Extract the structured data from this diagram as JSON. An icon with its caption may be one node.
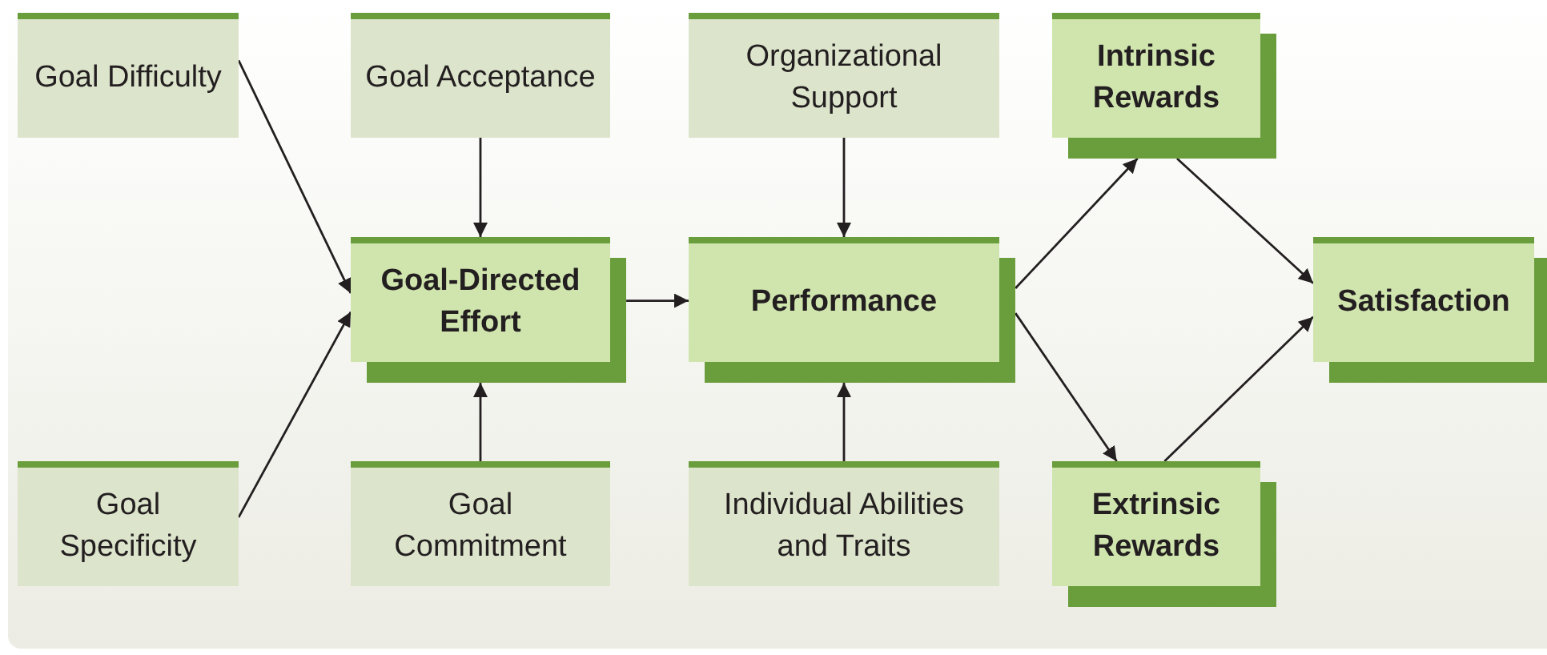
{
  "diagram": {
    "nodes": [
      {
        "text": [
          "Goal Difficulty"
        ]
      },
      {
        "text": [
          "Goal Acceptance"
        ]
      },
      {
        "text": [
          "Organizational Support"
        ]
      },
      {
        "text": [
          "Intrinsic Rewards"
        ]
      },
      {
        "text": [
          "Goal-Directed Effort"
        ]
      },
      {
        "text": [
          "Performance"
        ]
      },
      {
        "text": [
          "Satisfaction"
        ]
      },
      {
        "text": [
          "Goal Specificity"
        ]
      },
      {
        "text": [
          "Goal Commitment"
        ]
      },
      {
        "text": [
          "Individual Abilities and Traits"
        ]
      },
      {
        "text": [
          "Extrinsic Rewards"
        ]
      }
    ],
    "edges": [
      {
        "from": 0,
        "to": 4,
        "arrow": "to"
      },
      {
        "from": 1,
        "to": 4,
        "arrow": "to"
      },
      {
        "from": 7,
        "to": 4,
        "arrow": "to"
      },
      {
        "from": 8,
        "to": 4,
        "arrow": "to"
      },
      {
        "from": 4,
        "to": 5,
        "arrow": "to"
      },
      {
        "from": 2,
        "to": 5,
        "arrow": "to"
      },
      {
        "from": 9,
        "to": 5,
        "arrow": "to"
      },
      {
        "from": 5,
        "to": 3,
        "arrow": "to"
      },
      {
        "from": 5,
        "to": 10,
        "arrow": "to"
      },
      {
        "from": 3,
        "to": 6,
        "arrow": "to"
      },
      {
        "from": 10,
        "to": 6,
        "arrow": "to"
      }
    ]
  }
}
